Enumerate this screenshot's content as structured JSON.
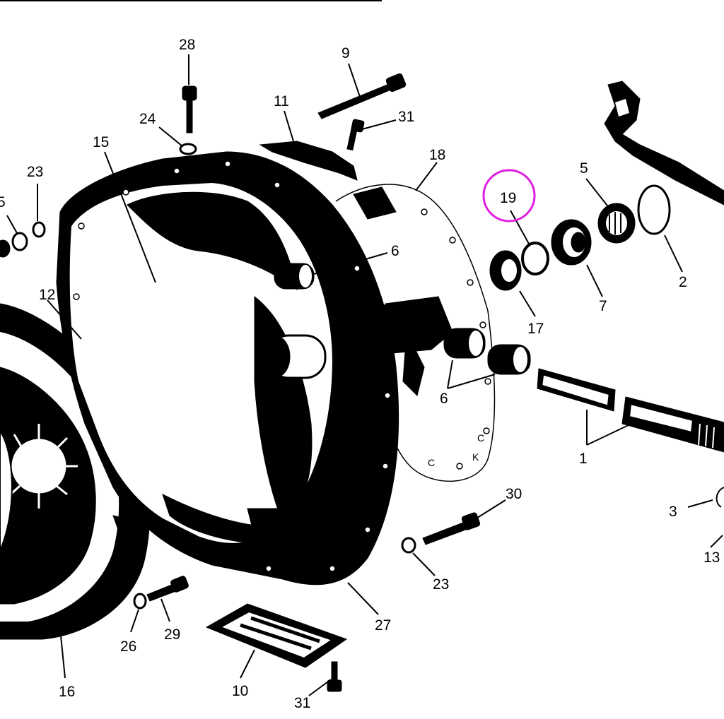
{
  "diagram": {
    "highlight_color": "#e020e0",
    "highlighted_label": "19",
    "callouts": {
      "c28": "28",
      "c9": "9",
      "c11": "11",
      "c31a": "31",
      "c24": "24",
      "c15": "15",
      "c23a": "23",
      "c5a": "5",
      "c18": "18",
      "c19": "19",
      "c5b": "5",
      "c6a": "6",
      "c2": "2",
      "c12": "12",
      "c7": "7",
      "c17": "17",
      "c6b": "6",
      "c1": "1",
      "c30": "30",
      "c3": "3",
      "c13": "13",
      "c23b": "23",
      "c27": "27",
      "c26": "26",
      "c29": "29",
      "c16": "16",
      "c10": "10",
      "c31b": "31"
    }
  }
}
